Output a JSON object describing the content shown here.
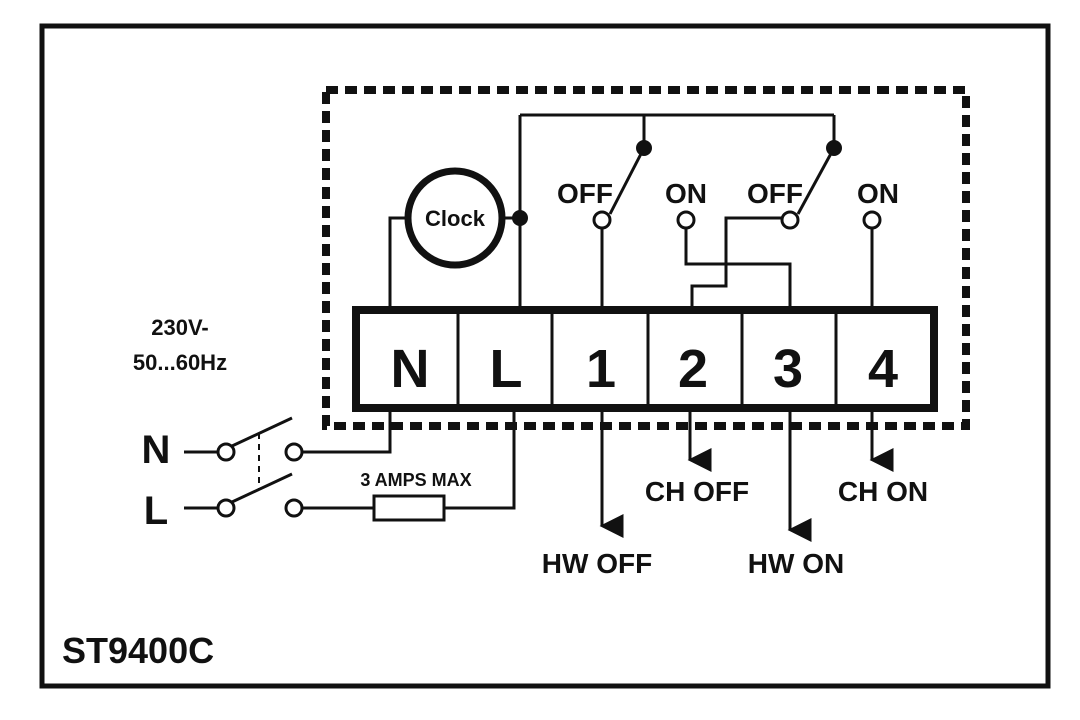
{
  "diagram": {
    "model": "ST9400C",
    "supply": {
      "voltage": "230V-",
      "frequency": "50...60Hz"
    },
    "clock_label": "Clock",
    "fuse_label": "3 AMPS MAX",
    "mains": {
      "neutral": "N",
      "live": "L"
    },
    "terminals": [
      "N",
      "L",
      "1",
      "2",
      "3",
      "4"
    ],
    "switch_contacts": {
      "off": "OFF",
      "on": "ON"
    },
    "outputs": {
      "hw_off": "HW OFF",
      "ch_off": "CH OFF",
      "hw_on": "HW ON",
      "ch_on": "CH ON"
    },
    "colors": {
      "ink": "#111111",
      "background": "#ffffff"
    }
  }
}
